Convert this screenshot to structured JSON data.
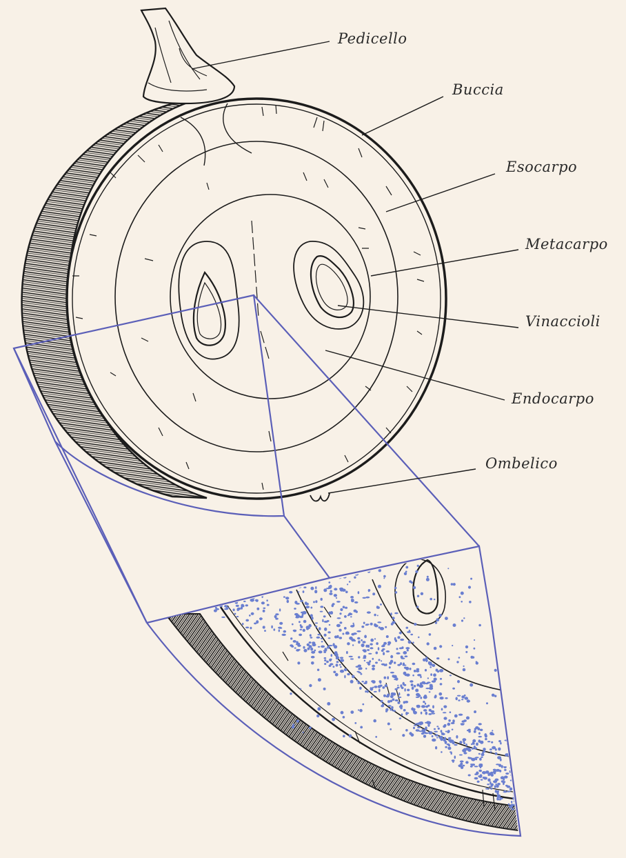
{
  "labels": {
    "pedicello": "Pedicello",
    "buccia": "Buccia",
    "esocarpo": "Esocarpo",
    "metacarpo": "Metacarpo",
    "vinaccioli": "Vinaccioli",
    "endocarpo": "Endocarpo",
    "ombelico": "Ombelico"
  },
  "colors": {
    "background": "#f8f1e7",
    "ink": "#1c1c1c",
    "accent": "#5b5fb8",
    "dots": "#6a7fd0"
  }
}
